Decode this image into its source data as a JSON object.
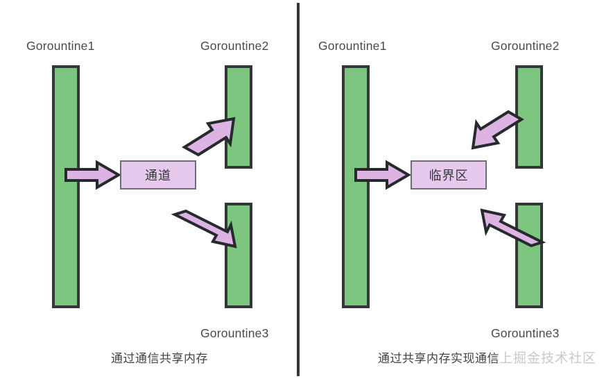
{
  "diagram": {
    "title_left_caption": "通过通信共享内存",
    "title_right_caption": "通过共享内存实现通信",
    "watermark": "上掘金技术社区",
    "colors": {
      "bar_fill": "#7cc67f",
      "bar_stroke": "#333739",
      "box_fill": "#e6c9ec",
      "box_stroke": "#6d6d75",
      "arrow_fill": "#ddb3e3",
      "arrow_stroke": "#262a2c",
      "divider": "#333739",
      "label_text": "#4a4a4a",
      "watermark_text": "#c9c9c9"
    }
  },
  "left_panel": {
    "labels": {
      "goroutine1": "Gorountine1",
      "goroutine2": "Gorountine2",
      "goroutine3": "Gorountine3"
    },
    "center_box": "通道",
    "caption": "通过通信共享内存",
    "arrows": [
      {
        "name": "g1-to-channel",
        "direction": "right",
        "meaning": "Goroutine1 sends into channel"
      },
      {
        "name": "channel-to-g2",
        "direction": "up-right",
        "meaning": "channel delivers to Goroutine2"
      },
      {
        "name": "channel-to-g3",
        "direction": "down-right",
        "meaning": "channel delivers to Goroutine3"
      }
    ]
  },
  "right_panel": {
    "labels": {
      "goroutine1": "Gorountine1",
      "goroutine2": "Gorountine2",
      "goroutine3": "Gorountine3"
    },
    "center_box": "临界区",
    "caption": "通过共享内存实现通信",
    "arrows": [
      {
        "name": "g1-to-critical-section",
        "direction": "right",
        "meaning": "Goroutine1 accesses critical section"
      },
      {
        "name": "g2-to-critical-section",
        "direction": "down-left",
        "meaning": "Goroutine2 accesses critical section"
      },
      {
        "name": "g3-to-critical-section",
        "direction": "up-left",
        "meaning": "Goroutine3 accesses critical section"
      }
    ]
  }
}
